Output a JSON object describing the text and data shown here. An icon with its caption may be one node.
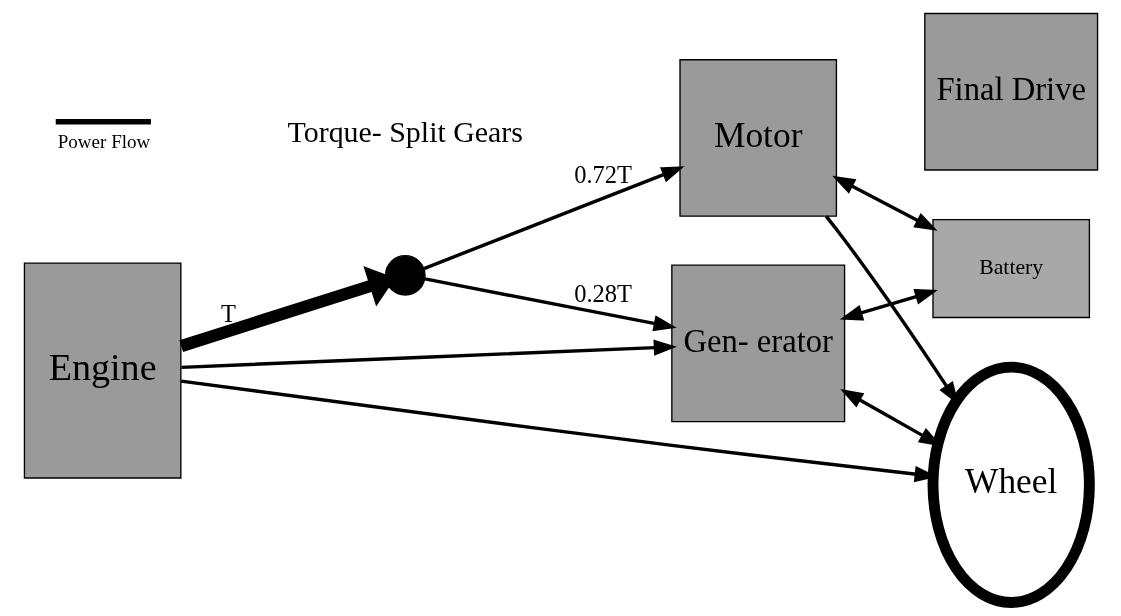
{
  "diagram": {
    "nodes": [
      {
        "text": [
          "Engine"
        ]
      },
      {
        "text": [],
        "shape": "circle",
        "beside": [
          "Torque- Split Gears"
        ]
      },
      {
        "text": [
          "Motor"
        ]
      },
      {
        "text": [
          "Final Drive"
        ]
      },
      {
        "text": [
          "Wheel"
        ]
      },
      {
        "text": [
          "Gen- erator"
        ]
      },
      {
        "text": [
          "Battery"
        ]
      }
    ],
    "edges": [
      {
        "from": 0,
        "to": 4,
        "arrow": "to"
      },
      {
        "from": 0,
        "to": 1,
        "arrow": "to",
        "label": "T",
        "style": "thick"
      },
      {
        "from": 1,
        "to": 2,
        "arrow": "to",
        "label": "0.72T"
      },
      {
        "from": 1,
        "to": 5,
        "arrow": "to",
        "label": "0.28T"
      },
      {
        "from": 2,
        "to": 4,
        "arrow": "to"
      },
      {
        "from": 5,
        "to": 4,
        "arrow": "both"
      },
      {
        "from": 2,
        "to": 6,
        "arrow": "both"
      },
      {
        "from": 5,
        "to": 6,
        "arrow": "both"
      },
      {
        "from": 0,
        "to": 5,
        "arrow": "to"
      }
    ],
    "legend": [
      {
        "text": "Power Flow"
      }
    ]
  }
}
